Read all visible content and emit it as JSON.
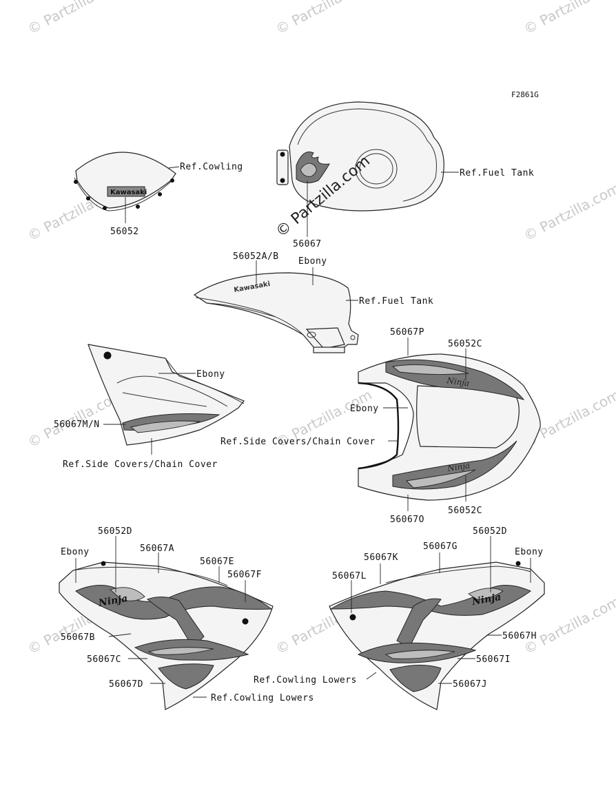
{
  "figure_code": "F2861G",
  "watermark": "© Partzilla.com",
  "labels": {
    "l56052": "56052",
    "refCowling": "Ref.Cowling",
    "refFuelTank1": "Ref.Fuel Tank",
    "l56067": "56067",
    "l56052AB": "56052A/B",
    "ebony1": "Ebony",
    "refFuelTank2": "Ref.Fuel Tank",
    "ebony2": "Ebony",
    "l56067MN": "56067M/N",
    "refSideCovers1": "Ref.Side Covers/Chain Cover",
    "l56067P": "56067P",
    "l56052C1": "56052C",
    "ebony3": "Ebony",
    "refSideCovers2": "Ref.Side Covers/Chain Cover",
    "l56067O": "56067O",
    "l56052C2": "56052C",
    "l56052DL": "56052D",
    "ebonyL": "Ebony",
    "l56067A": "56067A",
    "l56067E": "56067E",
    "l56067F": "56067F",
    "l56067B": "56067B",
    "l56067C": "56067C",
    "l56067D": "56067D",
    "refCowlingLowers1": "Ref.Cowling Lowers",
    "l56052DR": "56052D",
    "l56067K": "56067K",
    "l56067G": "56067G",
    "ebonyR": "Ebony",
    "l56067L": "56067L",
    "l56067H": "56067H",
    "l56067I": "56067I",
    "refCowlingLowers2": "Ref.Cowling Lowers",
    "l56067J": "56067J"
  },
  "logo_text": {
    "kawasaki": "Kawasaki",
    "ninja": "Ninja"
  }
}
